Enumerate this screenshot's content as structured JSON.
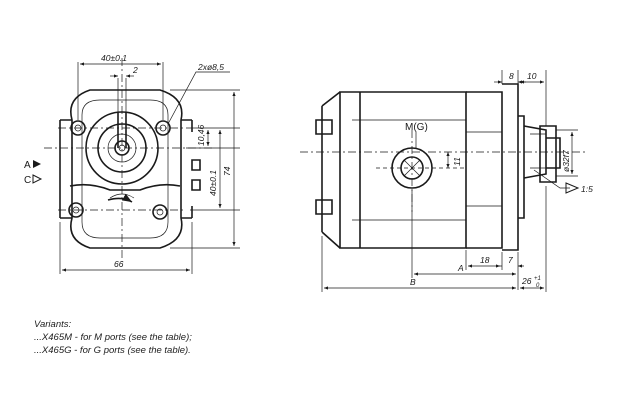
{
  "front_view": {
    "dim_width_top": "40±0.1",
    "dim_2": "2",
    "dim_holes": "2xø8,5",
    "dim_10_46": "10,46",
    "dim_40_side": "40±0.1",
    "dim_74": "74",
    "dim_66": "66",
    "port_a": "A",
    "port_c": "C"
  },
  "side_view": {
    "dim_8": "8",
    "dim_10": "10",
    "port_label": "M(G)",
    "dim_11": "11",
    "dim_shaft": "ø32f7",
    "taper": "1:5",
    "dim_18": "18",
    "dim_7": "7",
    "dim_a": "A",
    "dim_b": "B",
    "dim_26": "26",
    "dim_26_tol_top": "+1",
    "dim_26_tol_bottom": "0"
  },
  "notes": {
    "heading": "Variants:",
    "line1": "...X465M  - for M ports (see the table);",
    "line2": "...X465G  - for G ports (see the table)."
  }
}
